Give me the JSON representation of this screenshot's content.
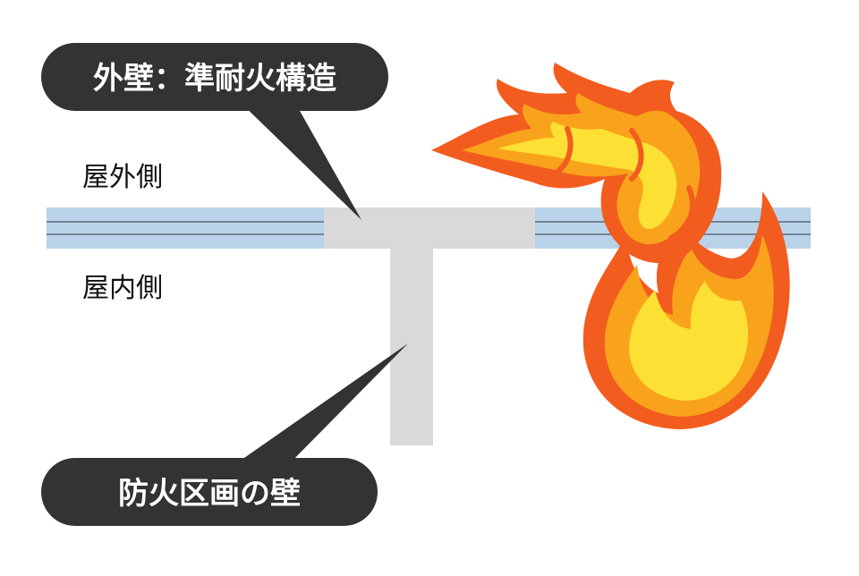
{
  "callouts": {
    "top": "外壁：準耐火構造",
    "bottom": "防火区画の壁"
  },
  "labels": {
    "outside": "屋外側",
    "inside": "屋内側"
  },
  "icons": {
    "fire": "fire-icon"
  },
  "colors": {
    "callout_bg": "#333333",
    "callout_text": "#ffffff",
    "label_text": "#111111",
    "wall_fill": "#b9d3ea",
    "wall_line": "#5b6b78",
    "partition_fill": "#d9d9d9",
    "flame_outer": "#f25c1f",
    "flame_mid": "#f9a21b",
    "flame_inner": "#fde034"
  }
}
